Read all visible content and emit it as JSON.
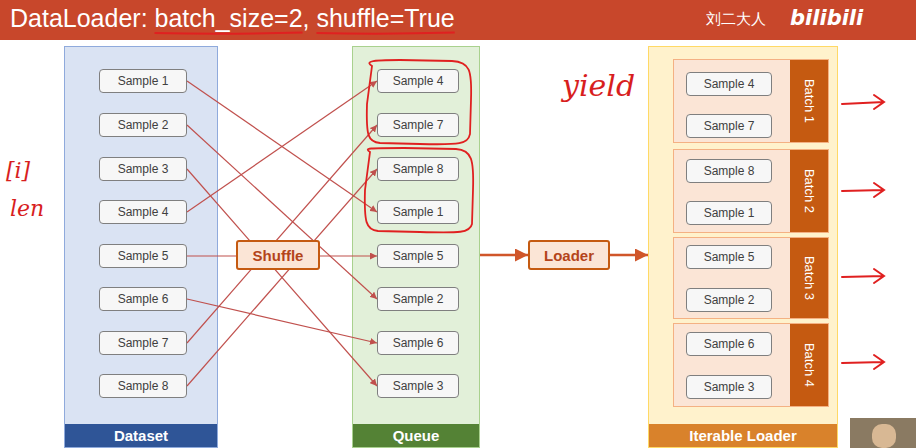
{
  "diagram": {
    "title": "DataLoader: batch_size=2, shuffle=True",
    "nodes": [
      {
        "text": [
          "Dataset"
        ]
      },
      {
        "text": [
          "Sample 1"
        ],
        "in": 0
      },
      {
        "text": [
          "Sample 2"
        ],
        "in": 0
      },
      {
        "text": [
          "Sample 3"
        ],
        "in": 0
      },
      {
        "text": [
          "Sample 4"
        ],
        "in": 0
      },
      {
        "text": [
          "Sample 5"
        ],
        "in": 0
      },
      {
        "text": [
          "Sample 6"
        ],
        "in": 0
      },
      {
        "text": [
          "Sample 7"
        ],
        "in": 0
      },
      {
        "text": [
          "Sample 8"
        ],
        "in": 0
      },
      {
        "text": [
          "Shuffle"
        ]
      },
      {
        "text": [
          "Queue"
        ]
      },
      {
        "text": [
          "Sample 4"
        ],
        "in": 10
      },
      {
        "text": [
          "Sample 7"
        ],
        "in": 10
      },
      {
        "text": [
          "Sample 8"
        ],
        "in": 10
      },
      {
        "text": [
          "Sample 1"
        ],
        "in": 10
      },
      {
        "text": [
          "Sample 5"
        ],
        "in": 10
      },
      {
        "text": [
          "Sample 2"
        ],
        "in": 10
      },
      {
        "text": [
          "Sample 6"
        ],
        "in": 10
      },
      {
        "text": [
          "Sample 3"
        ],
        "in": 10
      },
      {
        "text": [
          "Loader"
        ]
      },
      {
        "text": [
          "Iterable Loader"
        ]
      },
      {
        "text": [
          "Batch 1"
        ],
        "in": 20
      },
      {
        "text": [
          "Sample 4"
        ],
        "in": 21
      },
      {
        "text": [
          "Sample 7"
        ],
        "in": 21
      },
      {
        "text": [
          "Batch 2"
        ],
        "in": 20
      },
      {
        "text": [
          "Sample 8"
        ],
        "in": 24
      },
      {
        "text": [
          "Sample 1"
        ],
        "in": 24
      },
      {
        "text": [
          "Batch 3"
        ],
        "in": 20
      },
      {
        "text": [
          "Sample 5"
        ],
        "in": 27
      },
      {
        "text": [
          "Sample 2"
        ],
        "in": 27
      },
      {
        "text": [
          "Batch 4"
        ],
        "in": 20
      },
      {
        "text": [
          "Sample 6"
        ],
        "in": 30
      },
      {
        "text": [
          "Sample 3"
        ],
        "in": 30
      }
    ],
    "edges": [
      {
        "from": 1,
        "to": 14,
        "arrow": "to"
      },
      {
        "from": 2,
        "to": 16,
        "arrow": "to"
      },
      {
        "from": 3,
        "to": 18,
        "arrow": "to"
      },
      {
        "from": 4,
        "to": 11,
        "arrow": "to"
      },
      {
        "from": 5,
        "to": 15,
        "arrow": "to"
      },
      {
        "from": 6,
        "to": 17,
        "arrow": "to"
      },
      {
        "from": 7,
        "to": 12,
        "arrow": "to"
      },
      {
        "from": 8,
        "to": 13,
        "arrow": "to"
      },
      {
        "from": 10,
        "to": 19,
        "arrow": "to"
      },
      {
        "from": 19,
        "to": 20,
        "arrow": "to"
      }
    ],
    "labels": [
      "刘二大人",
      "bilibili",
      "[i]",
      "len",
      "yield"
    ]
  }
}
